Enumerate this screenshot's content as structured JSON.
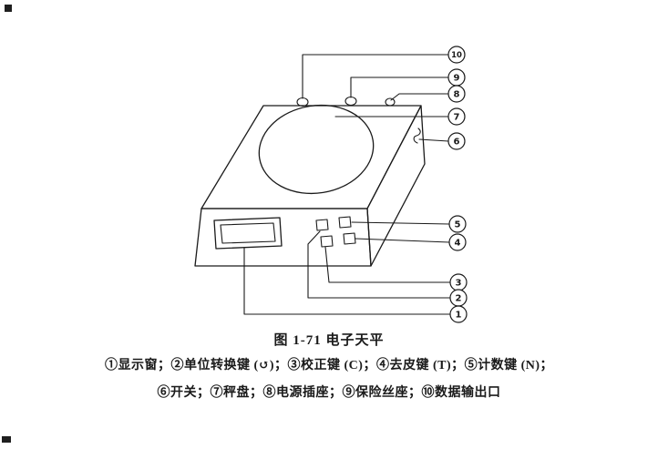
{
  "figure": {
    "caption": "图 1-71  电子天平",
    "legend_line1": "①显示窗；②单位转换键 (↺)；③校正键 (C)；④去皮键 (T)；⑤计数键 (N)；",
    "legend_line2": "⑥开关；⑦秤盘；⑧电源插座；⑨保险丝座；⑩数据输出口"
  },
  "callouts": {
    "c1": "1",
    "c2": "2",
    "c3": "3",
    "c4": "4",
    "c5": "5",
    "c6": "6",
    "c7": "7",
    "c8": "8",
    "c9": "9",
    "c10": "10"
  },
  "colors": {
    "ink": "#1a1a1a",
    "background": "#ffffff"
  }
}
